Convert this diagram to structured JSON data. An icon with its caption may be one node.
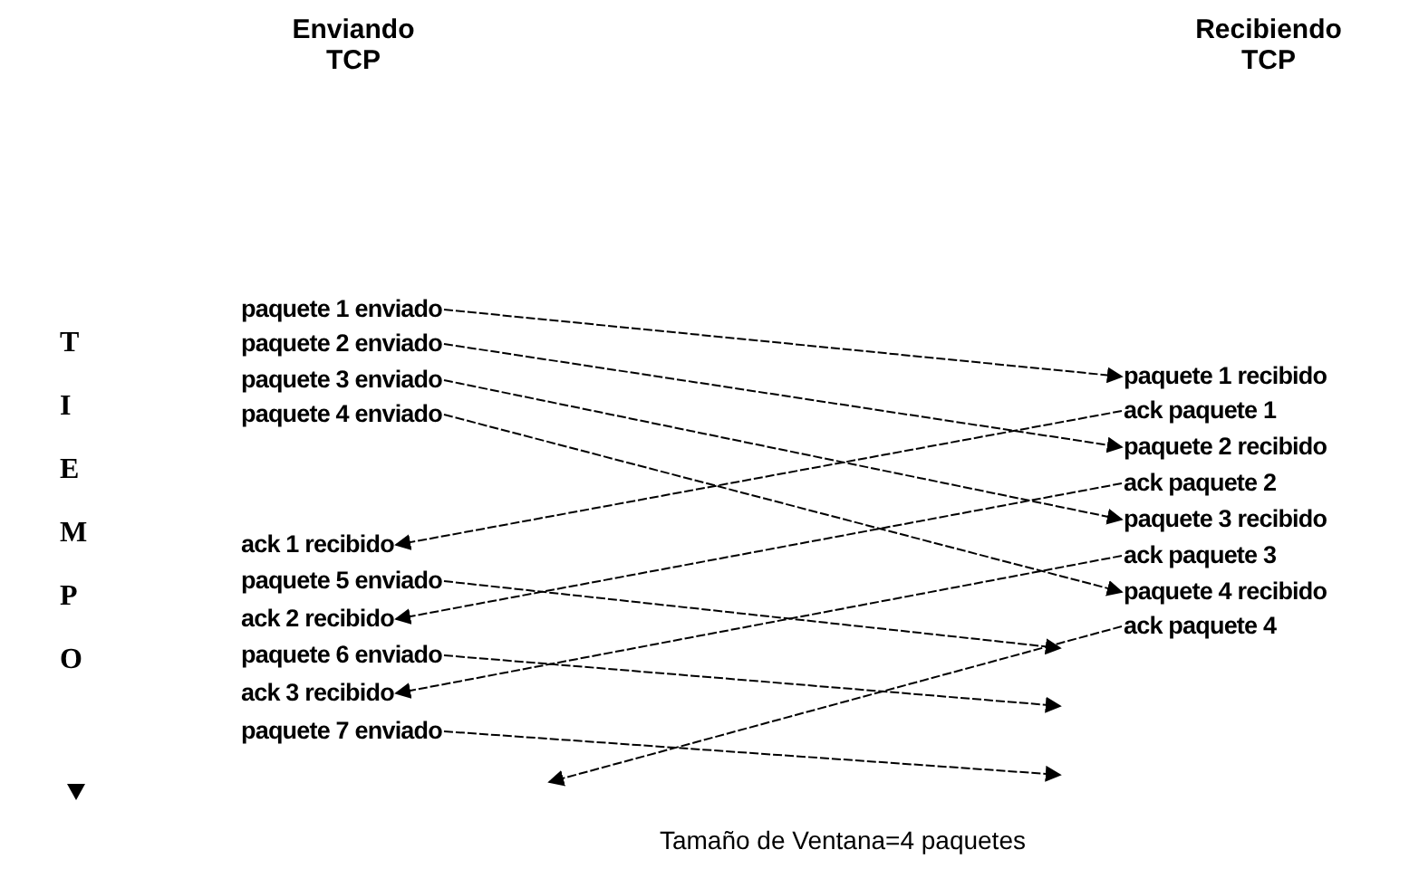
{
  "diagram": {
    "caption": "Tamaño de Ventana=4 paquetes",
    "nodes": [
      {
        "text": [
          "paquete 1 enviado"
        ]
      },
      {
        "text": [
          "paquete 2 enviado"
        ]
      },
      {
        "text": [
          "paquete 3 enviado"
        ]
      },
      {
        "text": [
          "paquete 4 enviado"
        ]
      },
      {
        "text": [
          "ack 1 recibido"
        ]
      },
      {
        "text": [
          "paquete 5 enviado"
        ]
      },
      {
        "text": [
          "ack 2 recibido"
        ]
      },
      {
        "text": [
          "paquete 6 enviado"
        ]
      },
      {
        "text": [
          "ack 3 recibido"
        ]
      },
      {
        "text": [
          "paquete 7 enviado"
        ]
      },
      {
        "text": [
          "paquete 1 recibido"
        ]
      },
      {
        "text": [
          "ack paquete 1"
        ]
      },
      {
        "text": [
          "paquete 2 recibido"
        ]
      },
      {
        "text": [
          "ack paquete 2"
        ]
      },
      {
        "text": [
          "paquete 3 recibido"
        ]
      },
      {
        "text": [
          "ack paquete 3"
        ]
      },
      {
        "text": [
          "paquete 4 recibido"
        ]
      },
      {
        "text": [
          "ack paquete 4"
        ]
      }
    ],
    "edges": [
      {
        "from": 0,
        "to": 10,
        "arrow": "to"
      },
      {
        "from": 1,
        "to": 12,
        "arrow": "to"
      },
      {
        "from": 2,
        "to": 14,
        "arrow": "to"
      },
      {
        "from": 3,
        "to": 16,
        "arrow": "to"
      },
      {
        "from": 11,
        "to": 4,
        "arrow": "to"
      },
      {
        "from": 5,
        "to": null,
        "arrow": "to"
      },
      {
        "from": 13,
        "to": 6,
        "arrow": "to"
      },
      {
        "from": 7,
        "to": null,
        "arrow": "to"
      },
      {
        "from": 15,
        "to": 8,
        "arrow": "to"
      },
      {
        "from": 9,
        "to": null,
        "arrow": "to"
      },
      {
        "from": 17,
        "to": null,
        "arrow": "to"
      }
    ],
    "labels": [
      "Enviando TCP",
      "Recibiendo TCP",
      "TIEMPO"
    ]
  }
}
